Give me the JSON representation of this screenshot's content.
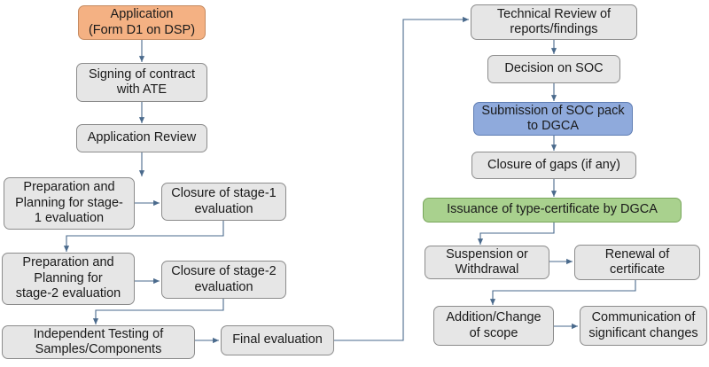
{
  "colors": {
    "box_default": "#e6e6e6",
    "application": "#f4b183",
    "submission": "#8faadc",
    "issuance": "#a9d18e",
    "connector": "#4a6a8c"
  },
  "steps": {
    "application": "Application\n(Form D1 on DSP)",
    "signing": "Signing of contract\nwith ATE",
    "app_review": "Application Review",
    "prep_stage1": "Preparation and\nPlanning for stage-\n1 evaluation",
    "closure_stage1": "Closure of stage-1\nevaluation",
    "prep_stage2": "Preparation and\nPlanning for\nstage-2 evaluation",
    "closure_stage2": "Closure of stage-2\nevaluation",
    "independent_testing": "Independent Testing of\nSamples/Components",
    "final_evaluation": "Final evaluation",
    "technical_review": "Technical Review of\nreports/findings",
    "decision_soc": "Decision on SOC",
    "submission_soc": "Submission of SOC pack\nto DGCA",
    "closure_gaps": "Closure of gaps (if any)",
    "issuance": "Issuance of type-certificate by DGCA",
    "suspension": "Suspension or\nWithdrawal",
    "renewal": "Renewal of\ncertificate",
    "addition_change": "Addition/Change\nof scope",
    "communication": "Communication of\nsignificant changes"
  }
}
